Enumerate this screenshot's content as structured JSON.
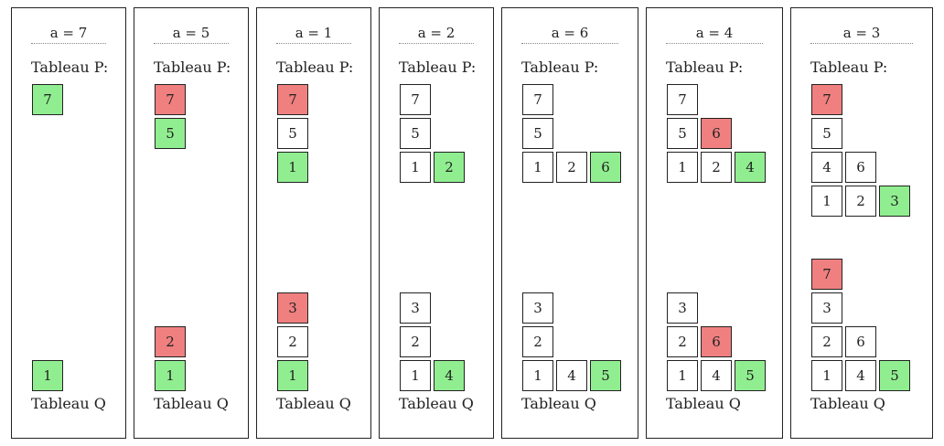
{
  "labels": {
    "p": "Tableau P:",
    "q": "Tableau Q"
  },
  "colors": {
    "new": "#90ee90",
    "bumped": "#f08080",
    "plain": "#ffffff"
  },
  "steps": [
    {
      "title": "a = 7",
      "p": [
        [
          {
            "v": "7",
            "s": "new"
          }
        ]
      ],
      "q": [
        [
          {
            "v": "1",
            "s": "new"
          }
        ]
      ]
    },
    {
      "title": "a = 5",
      "p": [
        [
          {
            "v": "5",
            "s": "new"
          }
        ],
        [
          {
            "v": "7",
            "s": "bumped"
          }
        ]
      ],
      "q": [
        [
          {
            "v": "1",
            "s": "new"
          }
        ],
        [
          {
            "v": "2",
            "s": "bumped"
          }
        ]
      ]
    },
    {
      "title": "a = 1",
      "p": [
        [
          {
            "v": "1",
            "s": "new"
          }
        ],
        [
          {
            "v": "5",
            "s": "plain"
          }
        ],
        [
          {
            "v": "7",
            "s": "bumped"
          }
        ]
      ],
      "q": [
        [
          {
            "v": "1",
            "s": "new"
          }
        ],
        [
          {
            "v": "2",
            "s": "plain"
          }
        ],
        [
          {
            "v": "3",
            "s": "bumped"
          }
        ]
      ]
    },
    {
      "title": "a = 2",
      "p": [
        [
          {
            "v": "1",
            "s": "plain"
          },
          {
            "v": "2",
            "s": "new"
          }
        ],
        [
          {
            "v": "5",
            "s": "plain"
          }
        ],
        [
          {
            "v": "7",
            "s": "plain"
          }
        ]
      ],
      "q": [
        [
          {
            "v": "1",
            "s": "plain"
          },
          {
            "v": "4",
            "s": "new"
          }
        ],
        [
          {
            "v": "2",
            "s": "plain"
          }
        ],
        [
          {
            "v": "3",
            "s": "plain"
          }
        ]
      ]
    },
    {
      "title": "a = 6",
      "p": [
        [
          {
            "v": "1",
            "s": "plain"
          },
          {
            "v": "2",
            "s": "plain"
          },
          {
            "v": "6",
            "s": "new"
          }
        ],
        [
          {
            "v": "5",
            "s": "plain"
          }
        ],
        [
          {
            "v": "7",
            "s": "plain"
          }
        ]
      ],
      "q": [
        [
          {
            "v": "1",
            "s": "plain"
          },
          {
            "v": "4",
            "s": "plain"
          },
          {
            "v": "5",
            "s": "new"
          }
        ],
        [
          {
            "v": "2",
            "s": "plain"
          }
        ],
        [
          {
            "v": "3",
            "s": "plain"
          }
        ]
      ]
    },
    {
      "title": "a = 4",
      "p": [
        [
          {
            "v": "1",
            "s": "plain"
          },
          {
            "v": "2",
            "s": "plain"
          },
          {
            "v": "4",
            "s": "new"
          }
        ],
        [
          {
            "v": "5",
            "s": "plain"
          },
          {
            "v": "6",
            "s": "bumped"
          }
        ],
        [
          {
            "v": "7",
            "s": "plain"
          }
        ]
      ],
      "q": [
        [
          {
            "v": "1",
            "s": "plain"
          },
          {
            "v": "4",
            "s": "plain"
          },
          {
            "v": "5",
            "s": "new"
          }
        ],
        [
          {
            "v": "2",
            "s": "plain"
          },
          {
            "v": "6",
            "s": "bumped"
          }
        ],
        [
          {
            "v": "3",
            "s": "plain"
          }
        ]
      ]
    },
    {
      "title": "a = 3",
      "p": [
        [
          {
            "v": "1",
            "s": "plain"
          },
          {
            "v": "2",
            "s": "plain"
          },
          {
            "v": "3",
            "s": "new"
          }
        ],
        [
          {
            "v": "4",
            "s": "plain"
          },
          {
            "v": "6",
            "s": "plain"
          }
        ],
        [
          {
            "v": "5",
            "s": "plain"
          }
        ],
        [
          {
            "v": "7",
            "s": "bumped"
          }
        ]
      ],
      "q": [
        [
          {
            "v": "1",
            "s": "plain"
          },
          {
            "v": "4",
            "s": "plain"
          },
          {
            "v": "5",
            "s": "new"
          }
        ],
        [
          {
            "v": "2",
            "s": "plain"
          },
          {
            "v": "6",
            "s": "plain"
          }
        ],
        [
          {
            "v": "3",
            "s": "plain"
          }
        ],
        [
          {
            "v": "7",
            "s": "bumped"
          }
        ]
      ]
    }
  ]
}
